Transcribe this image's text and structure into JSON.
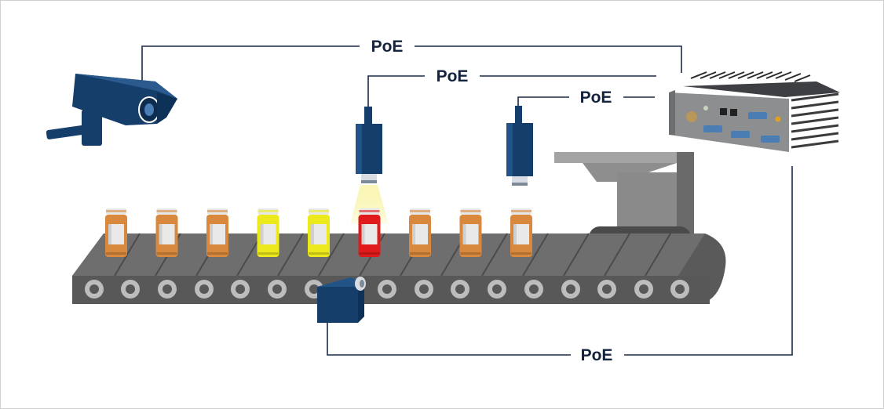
{
  "labels": {
    "poe_top": "PoE",
    "poe_mid": "PoE",
    "poe_right": "PoE",
    "poe_bottom": "PoE"
  },
  "jars": {
    "colors": [
      "#d8893e",
      "#d8893e",
      "#d8893e",
      "#ecea1c",
      "#ecea1c",
      "#e11b1b",
      "#d8893e",
      "#d8893e",
      "#d8893e"
    ]
  },
  "colors": {
    "line": "#1b2a45",
    "camera": "#163e6b",
    "belt": "#5a5a5a",
    "belt_edge": "#414141",
    "gateway": "#888a8c",
    "light": "#f6ef8e"
  },
  "icons": [
    "surveillance-camera-icon",
    "machine-vision-camera-icon",
    "edge-gateway-icon",
    "conveyor-belt-icon",
    "jar-icon"
  ]
}
